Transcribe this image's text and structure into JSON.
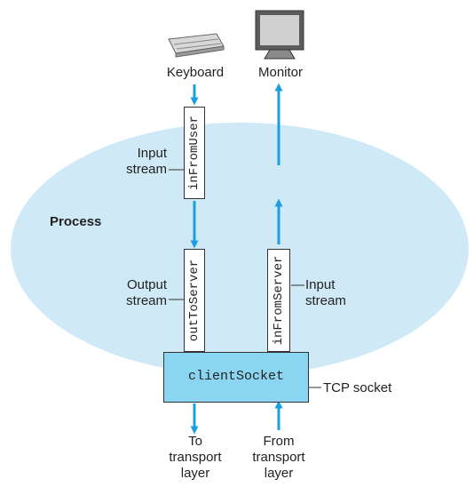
{
  "diagram": {
    "process_label": "Process",
    "devices": {
      "keyboard": {
        "label": "Keyboard",
        "icon": "keyboard-icon"
      },
      "monitor": {
        "label": "Monitor",
        "icon": "monitor-icon"
      }
    },
    "streams": {
      "in_from_user": {
        "name": "inFromUser",
        "caption_line1": "Input",
        "caption_line2": "stream"
      },
      "out_to_server": {
        "name": "outToServer",
        "caption_line1": "Output",
        "caption_line2": "stream"
      },
      "in_from_server": {
        "name": "inFromServer",
        "caption_line1": "Input",
        "caption_line2": "stream"
      }
    },
    "socket": {
      "name": "clientSocket",
      "caption": "TCP socket"
    },
    "transport": {
      "to": {
        "line1": "To",
        "line2": "transport",
        "line3": "layer"
      },
      "from": {
        "line1": "From",
        "line2": "transport",
        "line3": "layer"
      }
    },
    "colors": {
      "process_fill": "#cfe9f7",
      "socket_fill": "#8ad6f2",
      "arrow": "#1a9fe0",
      "leader_line": "#333333"
    }
  }
}
